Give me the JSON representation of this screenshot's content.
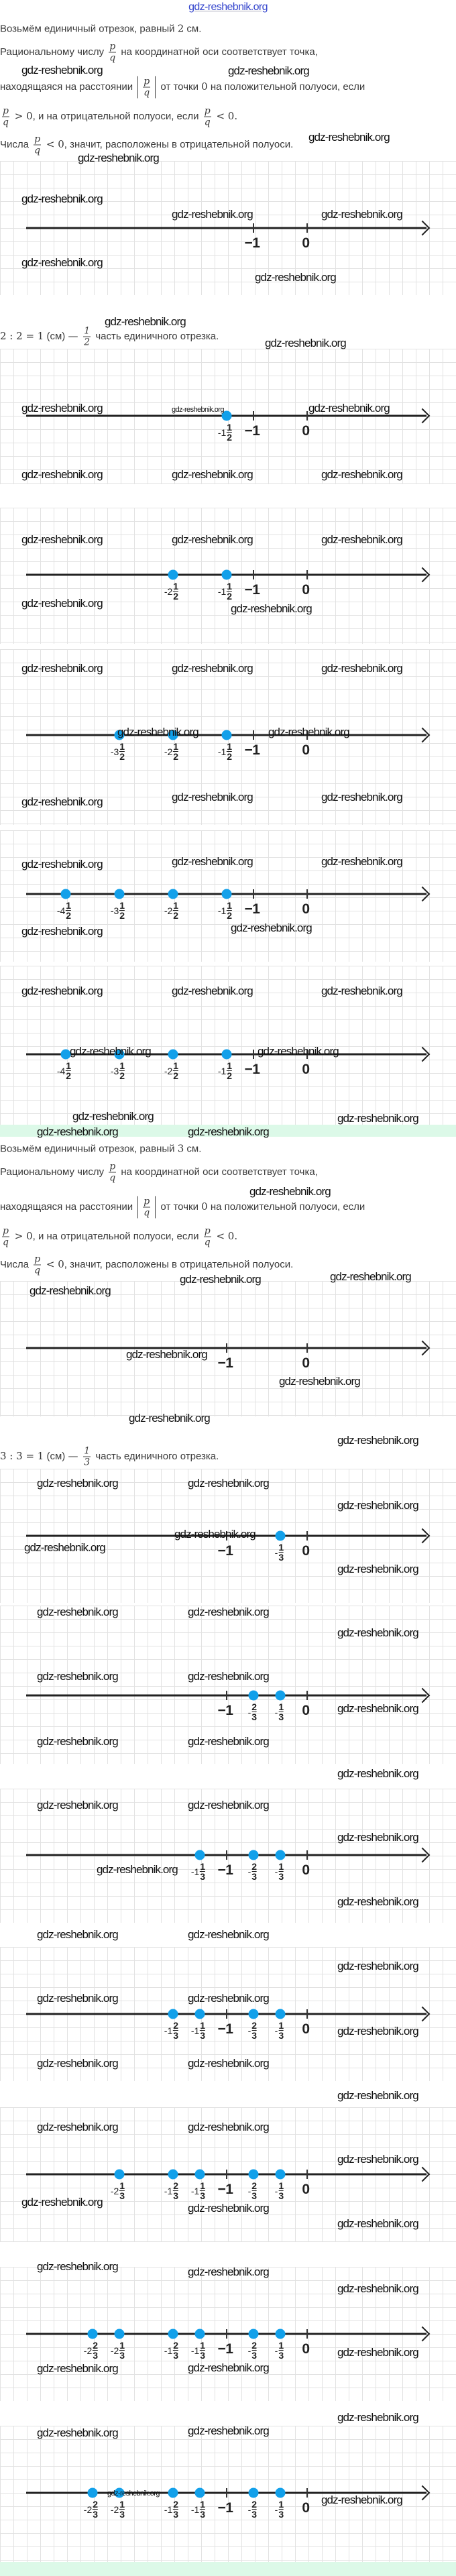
{
  "header": {
    "site_link": "gdz-reshebnik.org"
  },
  "watermark": "gdz-reshebnik.org",
  "colors": {
    "point": "#12a0ea",
    "band": "#dcf9e8",
    "link": "#3344cc"
  },
  "sections": [
    {
      "intro": [
        [
          {
            "t": "Возьмём единичный отрезок, равный "
          },
          {
            "m": "2"
          },
          {
            "t": " см."
          }
        ],
        [
          {
            "t": "Рациональному числу "
          },
          {
            "f": [
              "p",
              "q"
            ]
          },
          {
            "t": " на координатной оси соответствует точка,"
          }
        ],
        [
          {
            "t": "находящаяся на расстоянии "
          },
          {
            "abs": [
              "p",
              "q"
            ]
          },
          {
            "t": " от точки "
          },
          {
            "m": "0"
          },
          {
            "t": " на положительной полуоси, если"
          }
        ],
        [
          {
            "f": [
              "p",
              "q"
            ]
          },
          {
            "m": " > 0"
          },
          {
            "t": ", и на отрицательной полуоси, если "
          },
          {
            "f": [
              "p",
              "q"
            ]
          },
          {
            "m": " < 0."
          }
        ],
        [
          {
            "t": "Числа "
          },
          {
            "f": [
              "p",
              "q"
            ]
          },
          {
            "m": " < 0"
          },
          {
            "t": ", значит, расположены в отрицательной полуоси."
          }
        ]
      ],
      "division": [
        {
          "m": "2 : 2 = 1"
        },
        {
          "t": " (см) "
        },
        {
          "m": "— "
        },
        {
          "f": [
            "1",
            "2"
          ]
        },
        {
          "t": " часть единичного отрезка."
        }
      ],
      "unit_cm": 2,
      "ticks": [
        {
          "value": -1,
          "label": "−1"
        },
        {
          "value": 0,
          "label": "0"
        }
      ],
      "panels": [
        {
          "points": []
        },
        {
          "points": [
            {
              "value": -1.5,
              "w": "-1",
              "n": "1",
              "d": "2"
            }
          ]
        },
        {
          "points": [
            {
              "value": -2.5,
              "w": "-2",
              "n": "1",
              "d": "2"
            },
            {
              "value": -1.5,
              "w": "-1",
              "n": "1",
              "d": "2"
            }
          ]
        },
        {
          "points": [
            {
              "value": -3.5,
              "w": "-3",
              "n": "1",
              "d": "2"
            },
            {
              "value": -2.5,
              "w": "-2",
              "n": "1",
              "d": "2"
            },
            {
              "value": -1.5,
              "w": "-1",
              "n": "1",
              "d": "2"
            }
          ]
        },
        {
          "points": [
            {
              "value": -4.5,
              "w": "-4",
              "n": "1",
              "d": "2"
            },
            {
              "value": -3.5,
              "w": "-3",
              "n": "1",
              "d": "2"
            },
            {
              "value": -2.5,
              "w": "-2",
              "n": "1",
              "d": "2"
            },
            {
              "value": -1.5,
              "w": "-1",
              "n": "1",
              "d": "2"
            }
          ]
        },
        {
          "points": [
            {
              "value": -4.5,
              "w": "-4",
              "n": "1",
              "d": "2"
            },
            {
              "value": -3.5,
              "w": "-3",
              "n": "1",
              "d": "2"
            },
            {
              "value": -2.5,
              "w": "-2",
              "n": "1",
              "d": "2"
            },
            {
              "value": -1.5,
              "w": "-1",
              "n": "1",
              "d": "2"
            }
          ]
        }
      ]
    },
    {
      "intro": [
        [
          {
            "t": "Возьмём единичный отрезок, равный "
          },
          {
            "m": "3"
          },
          {
            "t": " см."
          }
        ],
        [
          {
            "t": "Рациональному числу "
          },
          {
            "f": [
              "p",
              "q"
            ]
          },
          {
            "t": " на координатной оси соответствует точка,"
          }
        ],
        [
          {
            "t": "находящаяся на расстоянии "
          },
          {
            "abs": [
              "p",
              "q"
            ]
          },
          {
            "t": " от точки "
          },
          {
            "m": "0"
          },
          {
            "t": " на положительной полуоси, если"
          }
        ],
        [
          {
            "f": [
              "p",
              "q"
            ]
          },
          {
            "m": " > 0"
          },
          {
            "t": ", и на отрицательной полуоси, если "
          },
          {
            "f": [
              "p",
              "q"
            ]
          },
          {
            "m": " < 0."
          }
        ],
        [
          {
            "t": "Числа "
          },
          {
            "f": [
              "p",
              "q"
            ]
          },
          {
            "m": " < 0"
          },
          {
            "t": ", значит, расположены в отрицательной полуоси."
          }
        ]
      ],
      "division": [
        {
          "m": "3 : 3 = 1"
        },
        {
          "t": " (см) "
        },
        {
          "m": "— "
        },
        {
          "f": [
            "1",
            "3"
          ]
        },
        {
          "t": " часть единичного отрезка."
        }
      ],
      "unit_cm": 3,
      "ticks": [
        {
          "value": -1,
          "label": "−1"
        },
        {
          "value": 0,
          "label": "0"
        }
      ],
      "panels": [
        {
          "points": []
        },
        {
          "points": [
            {
              "value": -0.3333,
              "w": "-",
              "n": "1",
              "d": "3"
            }
          ]
        },
        {
          "points": [
            {
              "value": -0.6667,
              "w": "-",
              "n": "2",
              "d": "3"
            },
            {
              "value": -0.3333,
              "w": "-",
              "n": "1",
              "d": "3"
            }
          ]
        },
        {
          "points": [
            {
              "value": -1.3333,
              "w": "-1",
              "n": "1",
              "d": "3"
            },
            {
              "value": -0.6667,
              "w": "-",
              "n": "2",
              "d": "3"
            },
            {
              "value": -0.3333,
              "w": "-",
              "n": "1",
              "d": "3"
            }
          ]
        },
        {
          "points": [
            {
              "value": -1.6667,
              "w": "-1",
              "n": "2",
              "d": "3"
            },
            {
              "value": -1.3333,
              "w": "-1",
              "n": "1",
              "d": "3"
            },
            {
              "value": -0.6667,
              "w": "-",
              "n": "2",
              "d": "3"
            },
            {
              "value": -0.3333,
              "w": "-",
              "n": "1",
              "d": "3"
            }
          ]
        },
        {
          "points": [
            {
              "value": -2.3333,
              "w": "-2",
              "n": "1",
              "d": "3"
            },
            {
              "value": -1.6667,
              "w": "-1",
              "n": "2",
              "d": "3"
            },
            {
              "value": -1.3333,
              "w": "-1",
              "n": "1",
              "d": "3"
            },
            {
              "value": -0.6667,
              "w": "-",
              "n": "2",
              "d": "3"
            },
            {
              "value": -0.3333,
              "w": "-",
              "n": "1",
              "d": "3"
            }
          ]
        },
        {
          "points": [
            {
              "value": -2.6667,
              "w": "-2",
              "n": "2",
              "d": "3"
            },
            {
              "value": -2.3333,
              "w": "-2",
              "n": "1",
              "d": "3"
            },
            {
              "value": -1.6667,
              "w": "-1",
              "n": "2",
              "d": "3"
            },
            {
              "value": -1.3333,
              "w": "-1",
              "n": "1",
              "d": "3"
            },
            {
              "value": -0.6667,
              "w": "-",
              "n": "2",
              "d": "3"
            },
            {
              "value": -0.3333,
              "w": "-",
              "n": "1",
              "d": "3"
            }
          ]
        },
        {
          "points": [
            {
              "value": -2.6667,
              "w": "-2",
              "n": "2",
              "d": "3"
            },
            {
              "value": -2.3333,
              "w": "-2",
              "n": "1",
              "d": "3"
            },
            {
              "value": -1.6667,
              "w": "-1",
              "n": "2",
              "d": "3"
            },
            {
              "value": -1.3333,
              "w": "-1",
              "n": "1",
              "d": "3"
            },
            {
              "value": -0.6667,
              "w": "-",
              "n": "2",
              "d": "3"
            },
            {
              "value": -0.3333,
              "w": "-",
              "n": "1",
              "d": "3"
            }
          ]
        }
      ]
    }
  ]
}
